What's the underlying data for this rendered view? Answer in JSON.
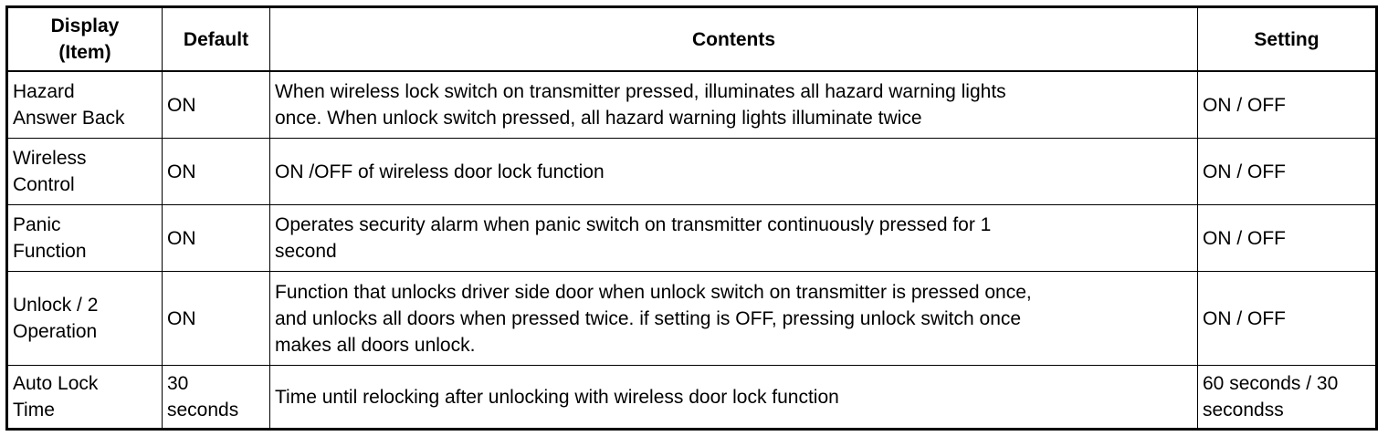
{
  "headers": {
    "display": "Display\n(Item)",
    "default": "Default",
    "contents": "Contents",
    "setting": "Setting"
  },
  "rows": [
    {
      "display": "Hazard\nAnswer Back",
      "default": "ON",
      "contents": "When wireless lock switch on transmitter pressed, illuminates all hazard warning lights\nonce. When unlock switch pressed, all hazard warning lights illuminate twice",
      "setting": "ON / OFF"
    },
    {
      "display": "Wireless\nControl",
      "default": "ON",
      "contents": "ON /OFF of wireless door lock function",
      "setting": "ON / OFF"
    },
    {
      "display": "Panic\nFunction",
      "default": "ON",
      "contents": "Operates security alarm when panic switch on transmitter continuously pressed for 1\nsecond",
      "setting": "ON / OFF"
    },
    {
      "display": "Unlock / 2\nOperation",
      "default": "ON",
      "contents": "Function that unlocks driver side door when unlock switch on transmitter is pressed once,\nand unlocks all doors when pressed twice. if setting is OFF, pressing unlock switch once\nmakes all doors unlock.",
      "setting": "ON / OFF"
    },
    {
      "display": "Auto Lock\nTime",
      "default": "30\nseconds",
      "contents": "Time until relocking after unlocking with wireless door lock function",
      "setting": "60 seconds / 30\nsecondss"
    }
  ]
}
